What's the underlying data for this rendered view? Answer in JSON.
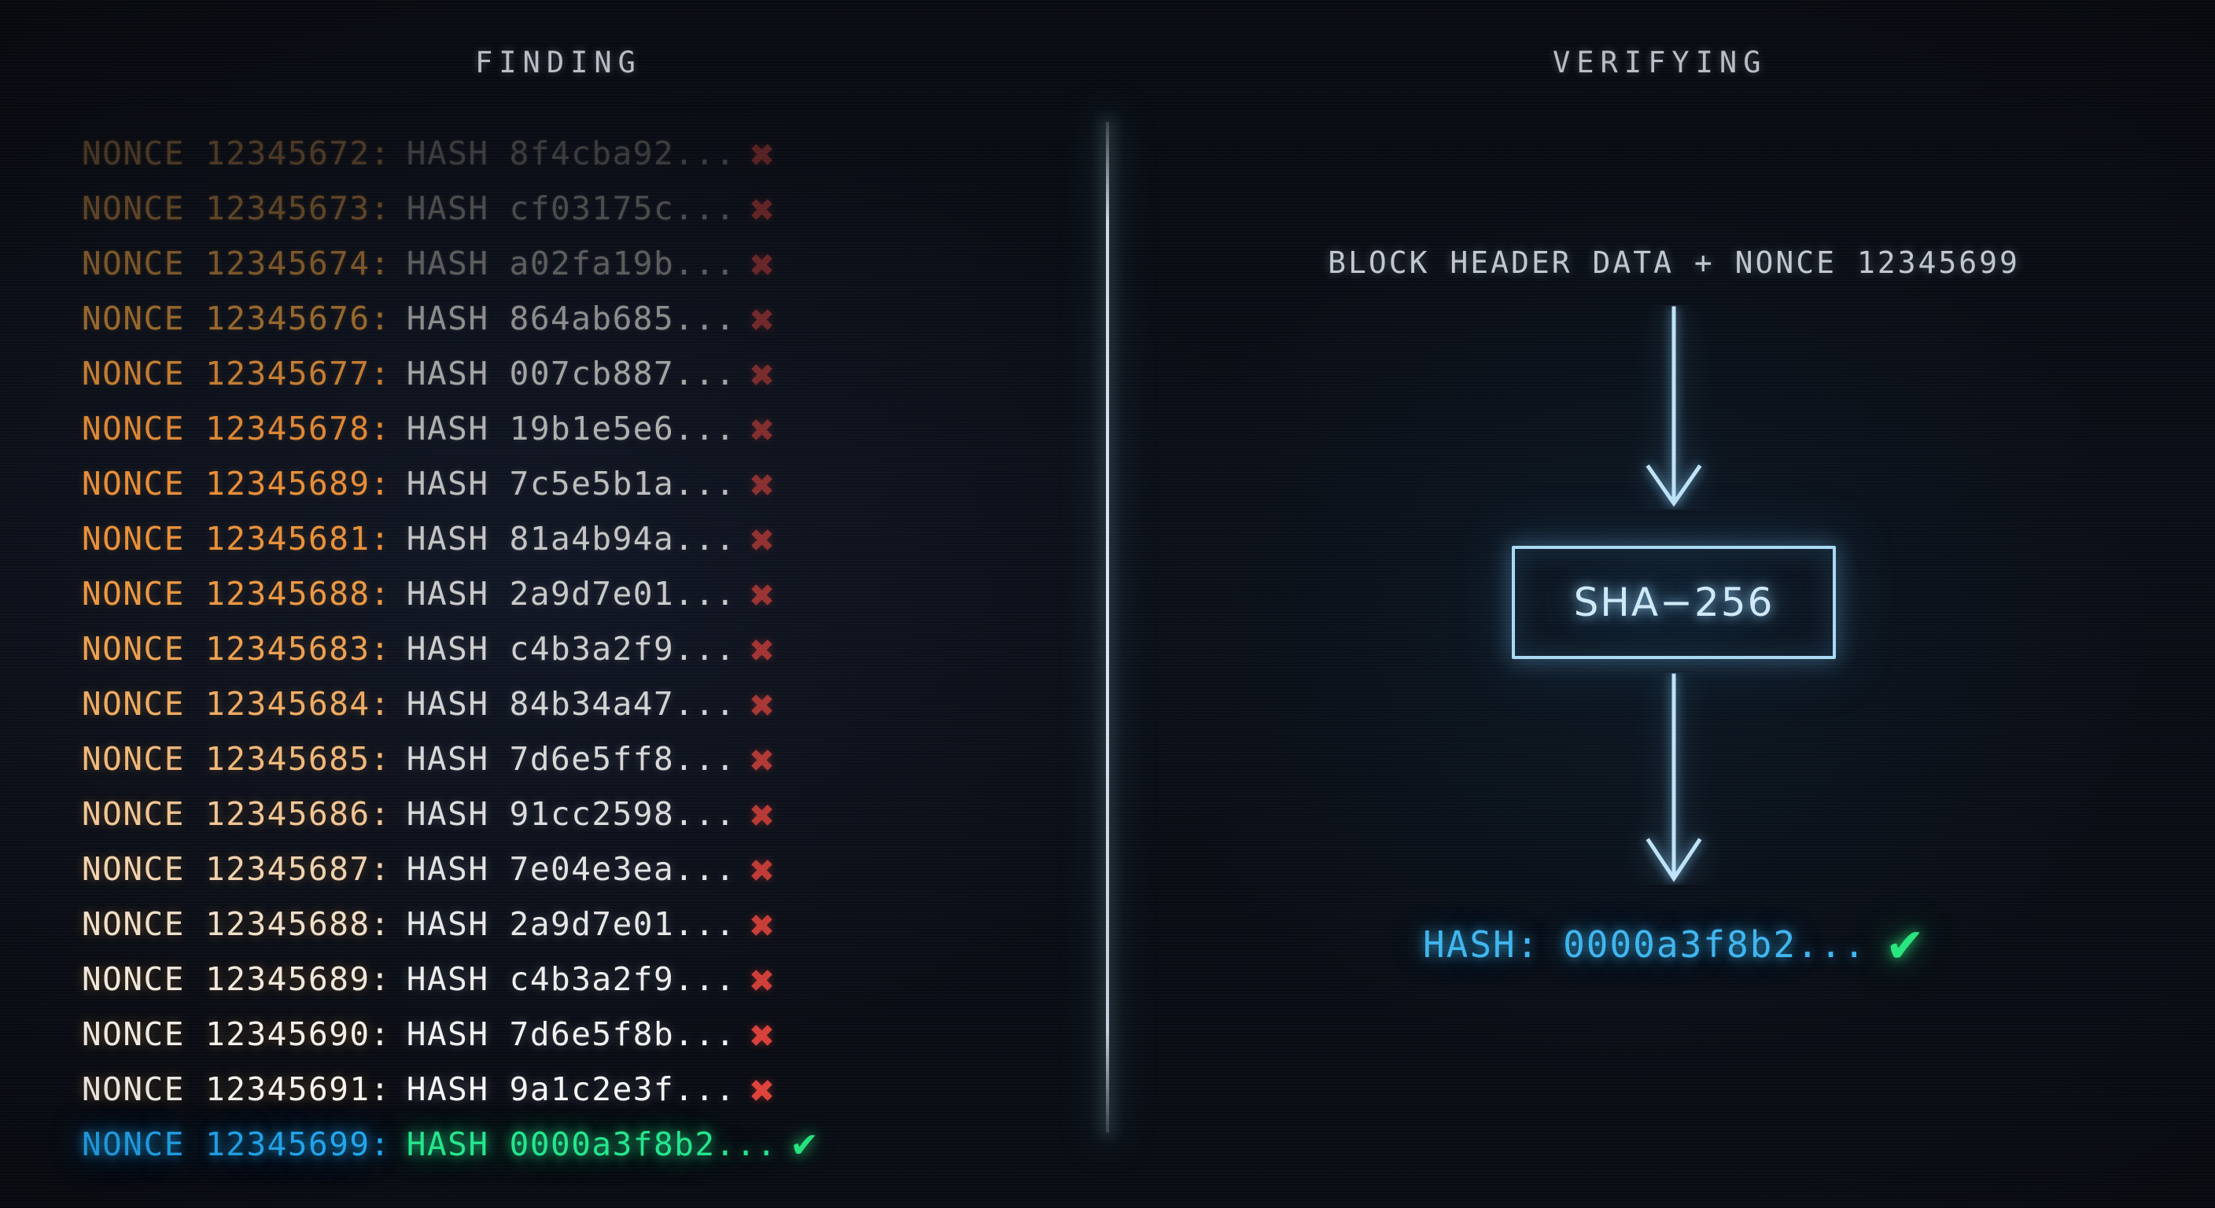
{
  "panels": {
    "left_title": "FINDING",
    "right_title": "VERIFYING"
  },
  "colors": {
    "background": "#0a0d15",
    "fail_mark": "#e8453c",
    "success_mark": "#25e07d",
    "success_nonce": "#22a7f0",
    "success_hash": "#24e58c",
    "accent_blue": "#a9d9f2",
    "result_hash": "#3fb5ef",
    "divider": "#e6eef8"
  },
  "log": {
    "nonce_prefix": "NONCE",
    "hash_prefix": "HASH",
    "fail_glyph": "✖",
    "ok_glyph": "✔",
    "rows": [
      {
        "nonce": "NONCE 12345672:",
        "hash": "HASH 8f4cba92...",
        "mark": "✖",
        "status": "fail",
        "color": "#4a3724"
      },
      {
        "nonce": "NONCE 12345673:",
        "hash": "HASH cf03175c...",
        "mark": "✖",
        "status": "fail",
        "color": "#5d4325"
      },
      {
        "nonce": "NONCE 12345674:",
        "hash": "HASH a02fa19b...",
        "mark": "✖",
        "status": "fail",
        "color": "#7a5529"
      },
      {
        "nonce": "NONCE 12345676:",
        "hash": "HASH 864ab685...",
        "mark": "✖",
        "status": "fail",
        "color": "#96672d"
      },
      {
        "nonce": "NONCE 12345677:",
        "hash": "HASH 007cb887...",
        "mark": "✖",
        "status": "fail",
        "color": "#c37c32"
      },
      {
        "nonce": "NONCE 12345678:",
        "hash": "HASH 19b1e5e6...",
        "mark": "✖",
        "status": "fail",
        "color": "#dd8634"
      },
      {
        "nonce": "NONCE 12345689:",
        "hash": "HASH 7c5e5b1a...",
        "mark": "✖",
        "status": "fail",
        "color": "#e88d37"
      },
      {
        "nonce": "NONCE 12345681:",
        "hash": "HASH 81a4b94a...",
        "mark": "✖",
        "status": "fail",
        "color": "#ea9039"
      },
      {
        "nonce": "NONCE 12345688:",
        "hash": "HASH 2a9d7e01...",
        "mark": "✖",
        "status": "fail",
        "color": "#ec9742"
      },
      {
        "nonce": "NONCE 12345683:",
        "hash": "HASH c4b3a2f9...",
        "mark": "✖",
        "status": "fail",
        "color": "#eda04f"
      },
      {
        "nonce": "NONCE 12345684:",
        "hash": "HASH 84b34a47...",
        "mark": "✖",
        "status": "fail",
        "color": "#efab62"
      },
      {
        "nonce": "NONCE 12345685:",
        "hash": "HASH 7d6e5ff8...",
        "mark": "✖",
        "status": "fail",
        "color": "#f0b87a"
      },
      {
        "nonce": "NONCE 12345686:",
        "hash": "HASH 91cc2598...",
        "mark": "✖",
        "status": "fail",
        "color": "#f1c594"
      },
      {
        "nonce": "NONCE 12345687:",
        "hash": "HASH 7e04e3ea...",
        "mark": "✖",
        "status": "fail",
        "color": "#f0d2ae"
      },
      {
        "nonce": "NONCE 12345688:",
        "hash": "HASH 2a9d7e01...",
        "mark": "✖",
        "status": "fail",
        "color": "#f0dfc8"
      },
      {
        "nonce": "NONCE 12345689:",
        "hash": "HASH c4b3a2f9...",
        "mark": "✖",
        "status": "fail",
        "color": "#f1e8dc"
      },
      {
        "nonce": "NONCE 12345690:",
        "hash": "HASH 7d6e5f8b...",
        "mark": "✖",
        "status": "fail",
        "color": "#f3efe9"
      },
      {
        "nonce": "NONCE 12345691:",
        "hash": "HASH 9a1c2e3f...",
        "mark": "✖",
        "status": "fail",
        "color": "#f5f3ef"
      },
      {
        "nonce": "NONCE 12345699:",
        "hash": "HASH 0000a3f8b2...",
        "mark": "✔",
        "status": "success",
        "color": "#22a7f0"
      }
    ],
    "hash_color_scale": [
      "#3a3a3a",
      "#4a4a4a",
      "#5c5c5c",
      "#8c8c8c",
      "#a3a3a3",
      "#b0b0b0",
      "#bdbdbd",
      "#c4c4c4",
      "#c9c9c9",
      "#cecece",
      "#d3d3d3",
      "#d8d8d8",
      "#dcdcdc",
      "#e2e2e2",
      "#e8e8e8",
      "#eeeeee",
      "#f2f2f2",
      "#f6f6f6",
      "#24e58c"
    ]
  },
  "pipeline": {
    "input_label": "BLOCK HEADER DATA + NONCE 12345699",
    "arrow_1": "down-arrow",
    "hash_function": "SHA−256",
    "arrow_2": "down-arrow",
    "result_hash": "HASH: 0000a3f8b2...",
    "result_mark": "✔"
  }
}
